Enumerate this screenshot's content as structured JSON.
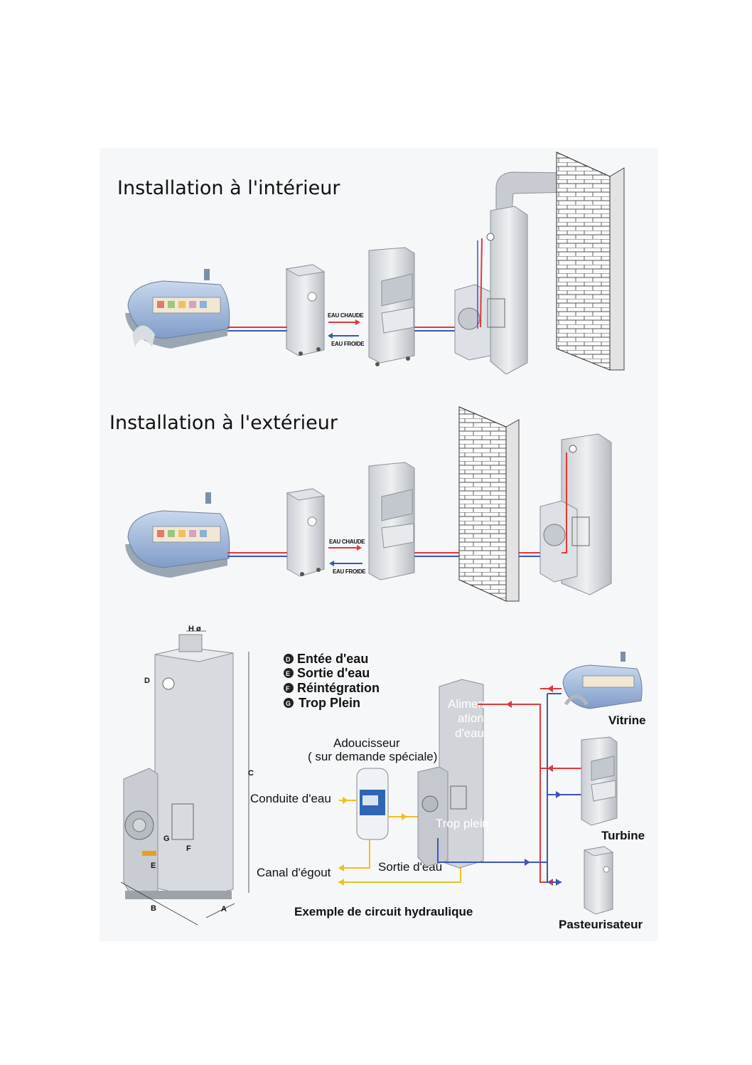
{
  "titles": {
    "interior": "Installation à l'intérieur",
    "exterior": "Installation à l'extérieur"
  },
  "pipes": {
    "hot_water": "EAU CHAUDE",
    "cold_water_1": "EAU FROIDE",
    "hot_water_2": "EAU CHAUDE",
    "cold_water_2": "EAU FROIDE"
  },
  "dimensions": {
    "h": "H ø",
    "c": "C",
    "b": "B",
    "a": "A",
    "d": "D",
    "e": "E",
    "f": "F",
    "g": "G"
  },
  "legend": {
    "d_letter": "D",
    "d": "Entée d'eau",
    "e_letter": "E",
    "e": "Sortie d'eau",
    "f_letter": "F",
    "f": "Réintégration",
    "g_letter": "G",
    "g": "Trop Plein"
  },
  "circuit": {
    "softener": "Adoucisseur",
    "softener_note": "( sur demande spéciale)",
    "water_line": "Conduite d'eau",
    "sewer": "Canal d'égout",
    "water_out": "Sortie d'eau",
    "supply_1": "Aliment",
    "supply_2": "ation",
    "supply_3": "d'eau",
    "overflow": "Trop plein",
    "caption": "Exemple de circuit hydraulique",
    "showcase": "Vitrine",
    "turbine": "Turbine",
    "pasteurizer": "Pasteurisateur"
  },
  "colors": {
    "hot": "#e0393a",
    "cold": "#3b56b8",
    "drain": "#f0c020"
  }
}
